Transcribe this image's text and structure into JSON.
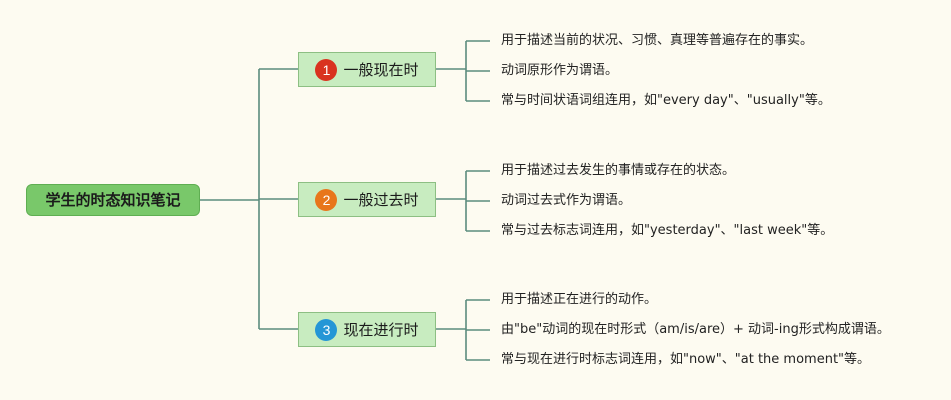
{
  "root": {
    "label": "学生的时态知识笔记"
  },
  "colors": {
    "background": "#fdfbf1",
    "line": "#5b8c7e",
    "root_fill": "#79c86a",
    "branch_fill": "#c8ecc0"
  },
  "branches": [
    {
      "number": "1",
      "badge_color": "#d9321f",
      "label": "一般现在时",
      "leaves": [
        "用于描述当前的状况、习惯、真理等普遍存在的事实。",
        "动词原形作为谓语。",
        "常与时间状语词组连用，如\"every day\"、\"usually\"等。"
      ]
    },
    {
      "number": "2",
      "badge_color": "#e8761b",
      "label": "一般过去时",
      "leaves": [
        "用于描述过去发生的事情或存在的状态。",
        "动词过去式作为谓语。",
        "常与过去标志词连用，如\"yesterday\"、\"last week\"等。"
      ]
    },
    {
      "number": "3",
      "badge_color": "#2496d6",
      "label": "现在进行时",
      "leaves": [
        "用于描述正在进行的动作。",
        "由\"be\"动词的现在时形式（am/is/are）+ 动词-ing形式构成谓语。",
        "常与现在进行时标志词连用，如\"now\"、\"at the moment\"等。"
      ]
    }
  ]
}
